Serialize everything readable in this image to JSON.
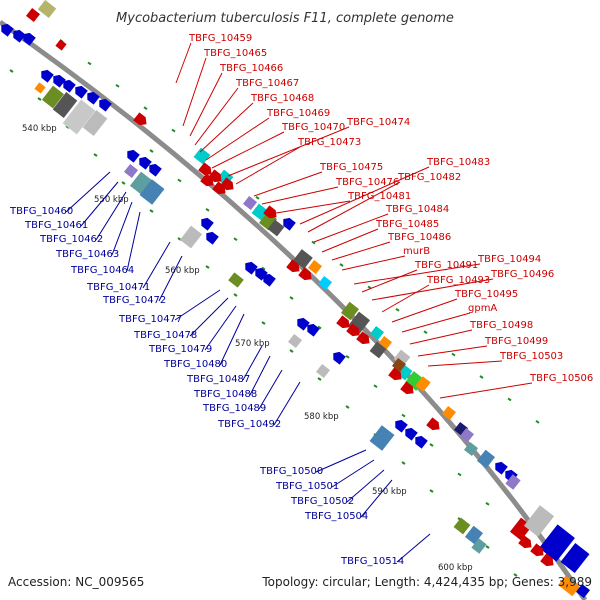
{
  "title": "Mycobacterium tuberculosis F11, complete genome",
  "accession": "Accession: NC_009565",
  "summary": "Topology: circular; Length: 4,424,435 bp; Genes: 3,989",
  "colors": {
    "backbone": "#8c8c8c",
    "label_forward": "#cc0000",
    "label_reverse": "#000099",
    "tick": "#228b22"
  },
  "kbp_ticks": [
    "540 kbp",
    "550 kbp",
    "560 kbp",
    "570 kbp",
    "580 kbp",
    "590 kbp",
    "600 kbp"
  ],
  "forward_labels": [
    "TBFG_10459",
    "TBFG_10465",
    "TBFG_10466",
    "TBFG_10467",
    "TBFG_10468",
    "TBFG_10469",
    "TBFG_10470",
    "TBFG_10474",
    "TBFG_10473",
    "TBFG_10475",
    "TBFG_10483",
    "TBFG_10476",
    "TBFG_10482",
    "TBFG_10481",
    "TBFG_10484",
    "TBFG_10485",
    "TBFG_10486",
    "murB",
    "TBFG_10494",
    "TBFG_10491",
    "TBFG_10496",
    "TBFG_10493",
    "TBFG_10495",
    "gpmA",
    "TBFG_10498",
    "TBFG_10499",
    "TBFG_10503",
    "TBFG_10506"
  ],
  "reverse_labels": [
    "TBFG_10460",
    "TBFG_10461",
    "TBFG_10462",
    "TBFG_10463",
    "TBFG_10464",
    "TBFG_10471",
    "TBFG_10472",
    "TBFG_10477",
    "TBFG_10478",
    "TBFG_10479",
    "TBFG_10480",
    "TBFG_10487",
    "TBFG_10488",
    "TBFG_10489",
    "TBFG_10492",
    "TBFG_10500",
    "TBFG_10501",
    "TBFG_10502",
    "TBFG_10504",
    "TBFG_10514"
  ]
}
